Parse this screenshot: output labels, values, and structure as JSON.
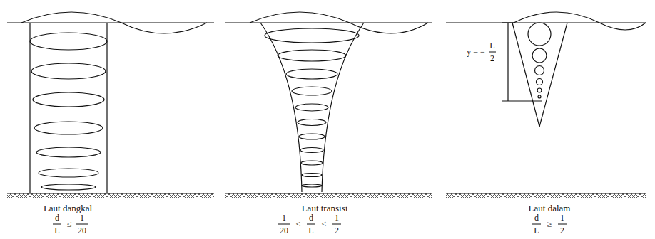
{
  "diagram": {
    "labels": [
      "Laut dangkal",
      "d",
      "L",
      "≤",
      "1",
      "20",
      "Laut transisi",
      "1",
      "20",
      "<",
      "d",
      "L",
      "<",
      "1",
      "2",
      "Laut dalam",
      "d",
      "L",
      "≥",
      "1",
      "2",
      "y = −",
      "L",
      "2"
    ]
  }
}
